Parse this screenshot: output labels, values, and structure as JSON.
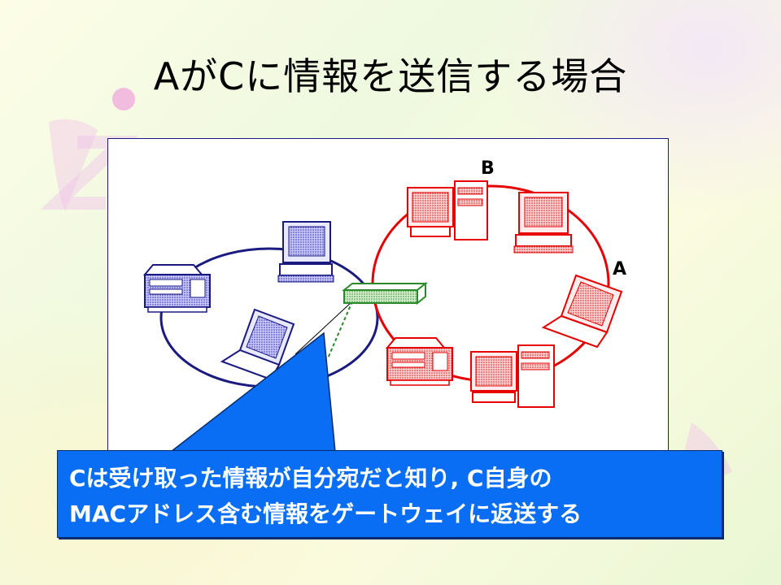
{
  "slide": {
    "title": "AがCに情報を送信する場合"
  },
  "diagram": {
    "labels": {
      "node_b": "B",
      "node_a": "A"
    },
    "colors": {
      "left_network": "#1a1a80",
      "right_network": "#e60000",
      "hub": "#2a8a2a",
      "callout": "#0a6ef5"
    }
  },
  "callout": {
    "line1": "Cは受け取った情報が自分宛だと知り, C自身の",
    "line2": "MACアドレス含む情報をゲートウェイに返送する"
  }
}
